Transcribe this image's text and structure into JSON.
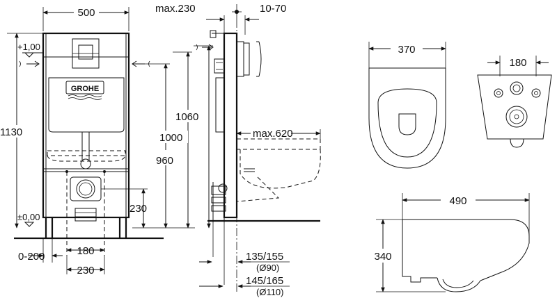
{
  "front_view": {
    "brand": "GROHE",
    "width_dim": "500",
    "height_dim": "1130",
    "level_top": "+1,00",
    "level_zero": "±0,00",
    "offset_range": "0-200",
    "pipe_spacing": "180",
    "outlet_height": "230",
    "bottom_spacing": "230",
    "fix_1060": "1060",
    "fix_1000": "1000",
    "fix_960": "960"
  },
  "side_view": {
    "depth_max": "max.230",
    "wall_range": "10-70",
    "projection_max": "max.620",
    "pipe_90_dim": "135/155",
    "pipe_90_dia": "(Ø90)",
    "pipe_110_dim": "145/165",
    "pipe_110_dia": "(Ø110)"
  },
  "bowl_top_view": {
    "width": "370"
  },
  "bowl_rear_view": {
    "spacing": "180"
  },
  "bowl_side_view": {
    "length": "490",
    "height": "340"
  }
}
